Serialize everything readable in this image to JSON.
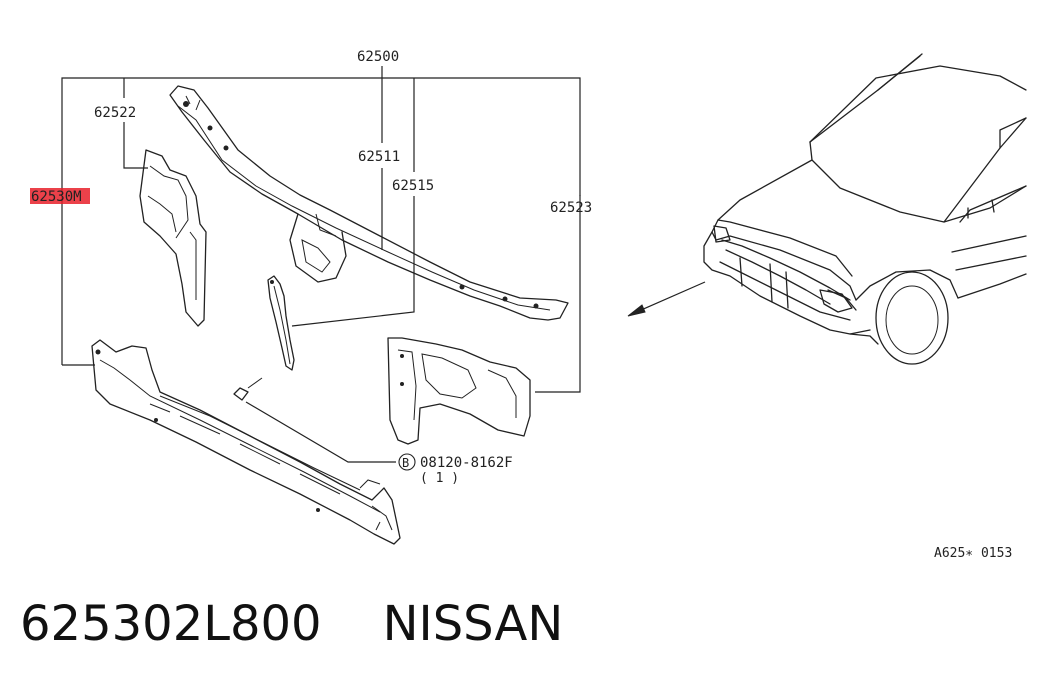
{
  "diagram": {
    "labels": {
      "assembly": "62500",
      "upper_left": "62522",
      "highlighted": "62530M",
      "center_upper": "62511",
      "center_stay": "62515",
      "right_side": "62523",
      "bolt_symbol": "B",
      "bolt": "08120-8162F",
      "bolt_qty": "( 1 )",
      "figure_code": "A625∗ 0153"
    },
    "highlight_color": "#e8202a"
  },
  "caption": {
    "part_number": "625302L800",
    "brand": "NISSAN",
    "separator": "    "
  }
}
